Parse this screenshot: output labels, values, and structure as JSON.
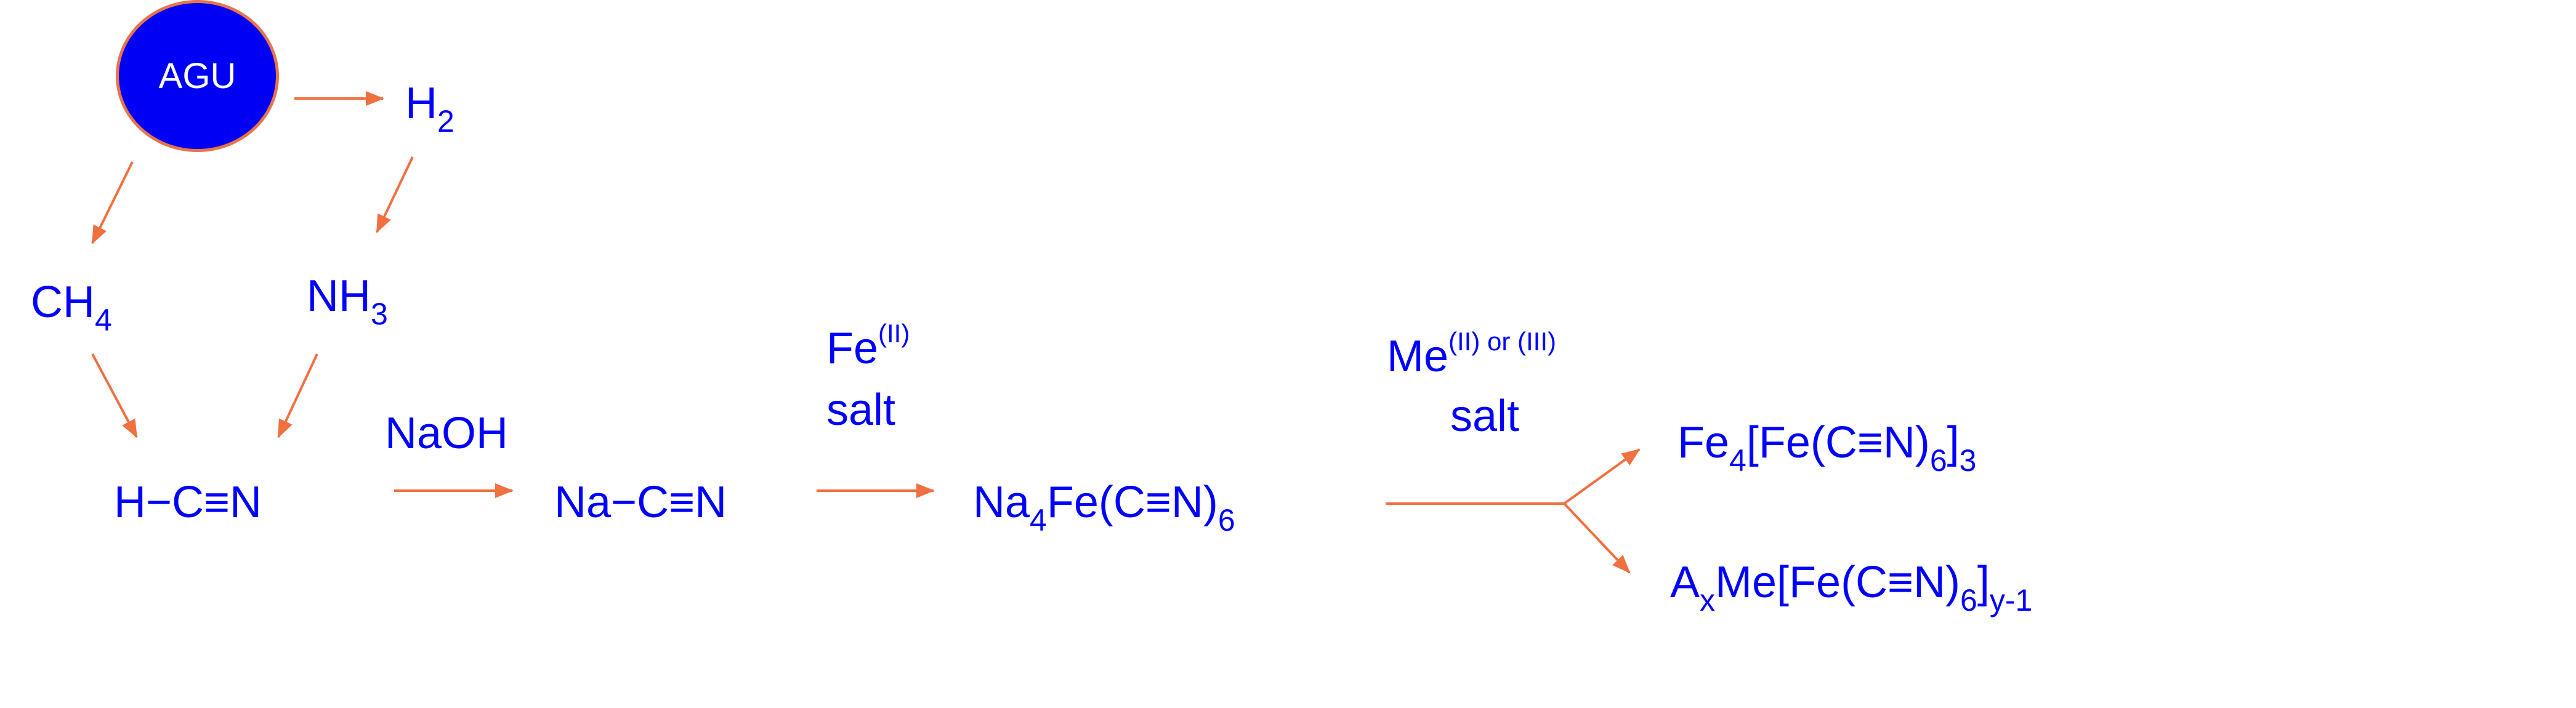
{
  "colors": {
    "text": "#0000ff",
    "arrow": "#f07040",
    "node_fill": "#0000f5",
    "node_border": "#e8744a",
    "node_text": "#ffffff"
  },
  "nodes": {
    "agu": "AGU",
    "h2": {
      "base": "H",
      "sub": "2"
    },
    "ch4": {
      "base": "CH",
      "sub": "4"
    },
    "nh3": {
      "base": "NH",
      "sub": "3"
    },
    "hcn": "H−C≡N",
    "nacn": "Na−C≡N",
    "ferrocyanide": {
      "a": "Na",
      "a_sub": "4",
      "b": "Fe(C≡N)",
      "b_sub": "6"
    },
    "prussian_blue": {
      "a": "Fe",
      "a_sub": "4",
      "b": "[Fe(C≡N)",
      "b_sub": "6",
      "c": "]",
      "c_sub": "3"
    },
    "analogue": {
      "a": "A",
      "a_sub": "x",
      "b": "Me[Fe(C≡N)",
      "b_sub": "6",
      "c": "]",
      "c_sub": "y-1"
    }
  },
  "reagents": {
    "naoh": "NaOH",
    "fe_salt": {
      "base": "Fe",
      "sup": "(II)",
      "line2": "salt"
    },
    "me_salt": {
      "base": "Me",
      "sup": "(II) or (III)",
      "line2": "salt"
    }
  }
}
